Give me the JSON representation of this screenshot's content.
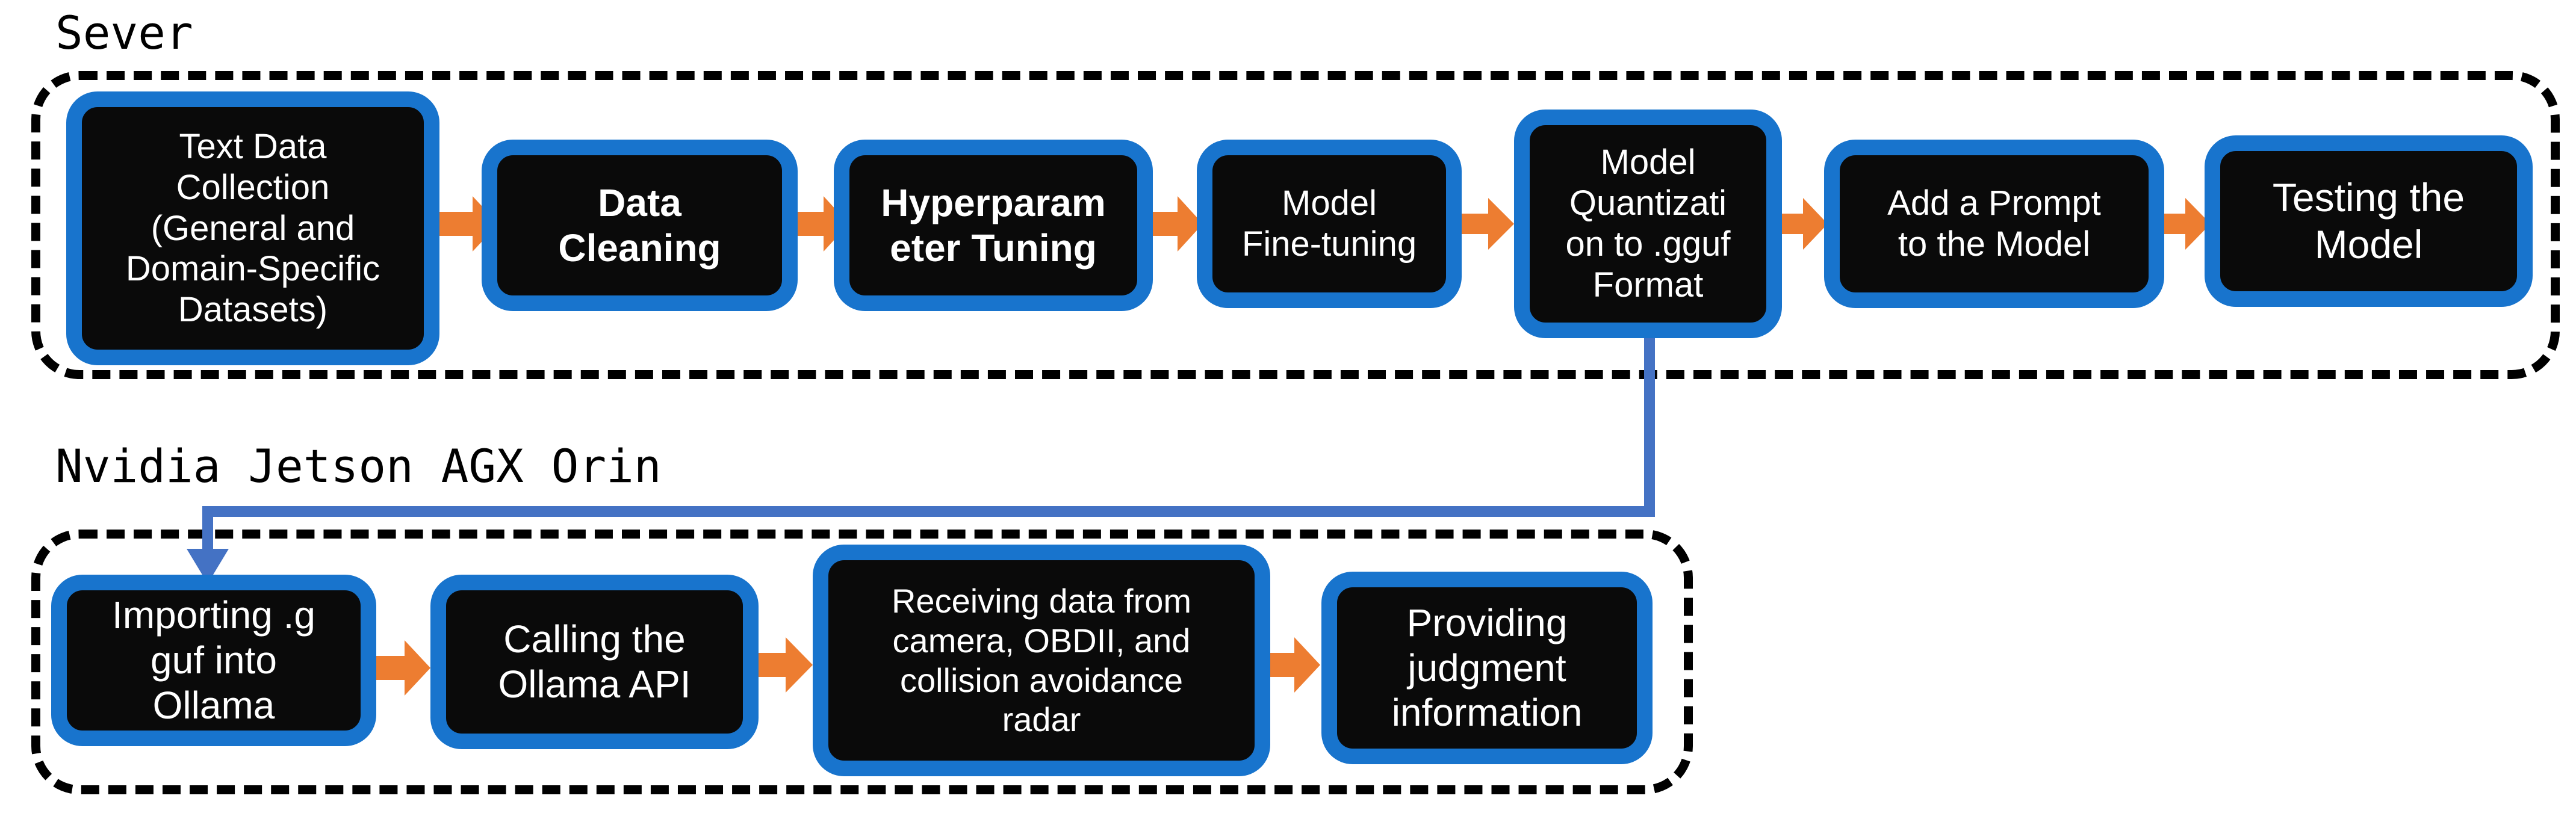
{
  "colors": {
    "node_fill": "#0a0a0a",
    "node_border": "#1874CD",
    "node_text": "#ffffff",
    "arrow": "#ED7D31",
    "connector": "#4472C4",
    "frame": "#000000"
  },
  "server": {
    "title": "Sever",
    "steps": [
      {
        "label": "Text Data\nCollection\n(General and\nDomain-Specific\nDatasets)"
      },
      {
        "label": "Data\nCleaning"
      },
      {
        "label": "Hyperparam\neter Tuning"
      },
      {
        "label": "Model\nFine-tuning"
      },
      {
        "label": "Model\nQuantizati\non to .gguf\nFormat"
      },
      {
        "label": "Add a Prompt\nto the Model"
      },
      {
        "label": "Testing the\nModel"
      }
    ]
  },
  "jetson": {
    "title": "Nvidia Jetson AGX Orin",
    "steps": [
      {
        "label": "Importing .g\nguf into\nOllama"
      },
      {
        "label": "Calling the\nOllama API"
      },
      {
        "label": "Receiving data from\ncamera, OBDII, and\ncollision avoidance\nradar"
      },
      {
        "label": "Providing\njudgment\ninformation"
      }
    ]
  }
}
